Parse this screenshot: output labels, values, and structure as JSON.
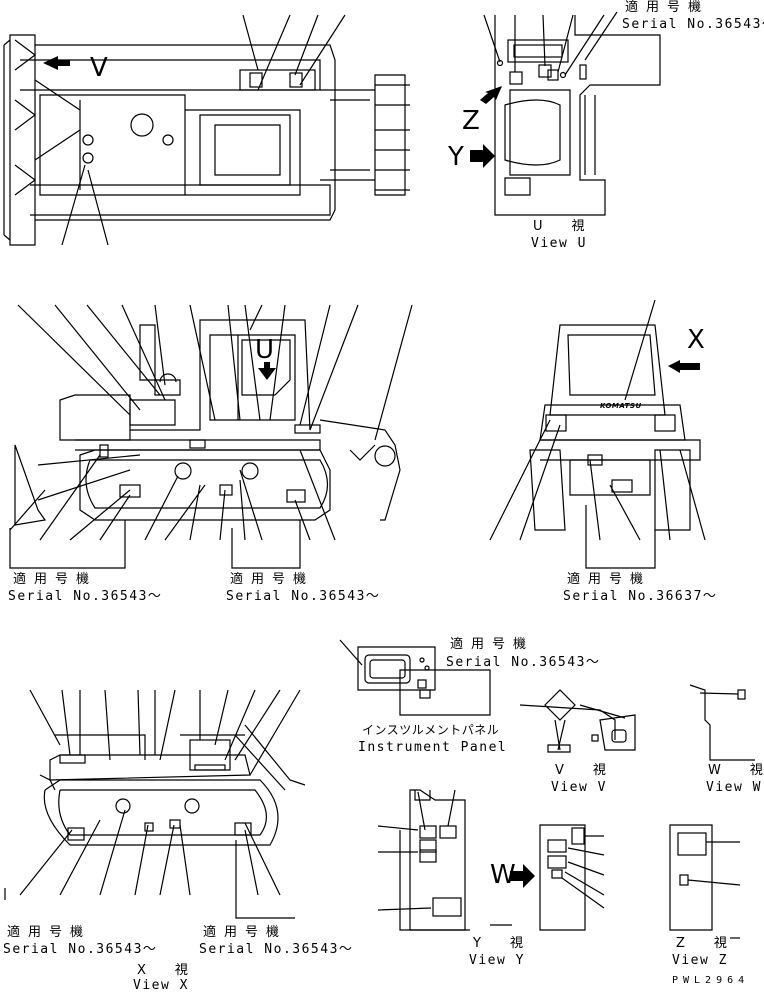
{
  "serial_labels": {
    "jp": "適用号機",
    "serial_36543": "Serial No.36543〜",
    "serial_36637": "Serial No.36637〜"
  },
  "views": {
    "view_u": {
      "jp": "U　視",
      "en": "View U"
    },
    "view_v": {
      "jp": "V　視",
      "en": "View V"
    },
    "view_w": {
      "jp": "W　視",
      "en": "View W"
    },
    "view_x": {
      "jp": "X　視",
      "en": "View X"
    },
    "view_y": {
      "jp": "Y　視",
      "en": "View Y"
    },
    "view_z": {
      "jp": "Z　視",
      "en": "View Z"
    }
  },
  "instrument_panel": {
    "jp": "インスツルメントパネル",
    "en": "Instrument Panel"
  },
  "view_letters": {
    "v": "V",
    "u": "U",
    "x": "X",
    "y": "Y",
    "z": "Z",
    "w": "W"
  },
  "brand": "KOMATSU",
  "drawing_code": "PWL2964"
}
